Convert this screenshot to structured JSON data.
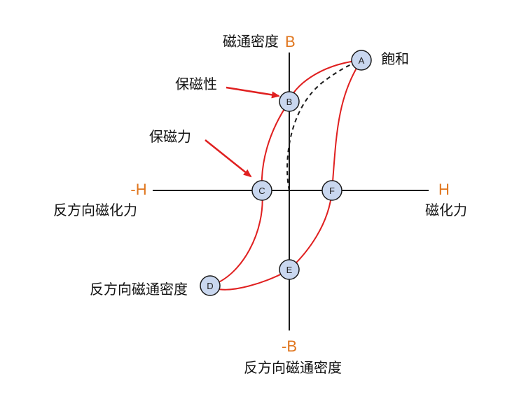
{
  "colors": {
    "axis": "#1a1a1a",
    "curve": "#e02020",
    "accent": "#e0761e",
    "point_fill": "#c9d7ef",
    "arrow": "#e02020",
    "dashed": "#1a1a1a"
  },
  "axes": {
    "y_top_text": "磁通密度",
    "y_top_symbol": "B",
    "y_bottom_symbol": "-B",
    "y_bottom_text": "反方向磁通密度",
    "x_right_symbol": "H",
    "x_right_text": "磁化力",
    "x_left_symbol": "-H",
    "x_left_text": "反方向磁化力"
  },
  "points": {
    "A": {
      "letter": "A",
      "label": "飽和"
    },
    "B": {
      "letter": "B"
    },
    "C": {
      "letter": "C"
    },
    "D": {
      "letter": "D",
      "label": "反方向磁通密度"
    },
    "E": {
      "letter": "E"
    },
    "F": {
      "letter": "F"
    }
  },
  "callouts": {
    "retentivity": "保磁性",
    "coercive_force": "保磁力"
  }
}
